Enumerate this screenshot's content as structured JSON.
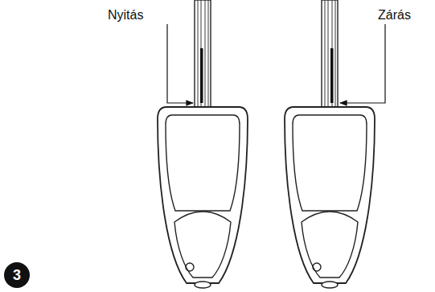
{
  "diagram": {
    "nodes": [
      {
        "text": [
          "3"
        ]
      }
    ],
    "labels": [
      "Nyitás",
      "Zárás"
    ]
  }
}
